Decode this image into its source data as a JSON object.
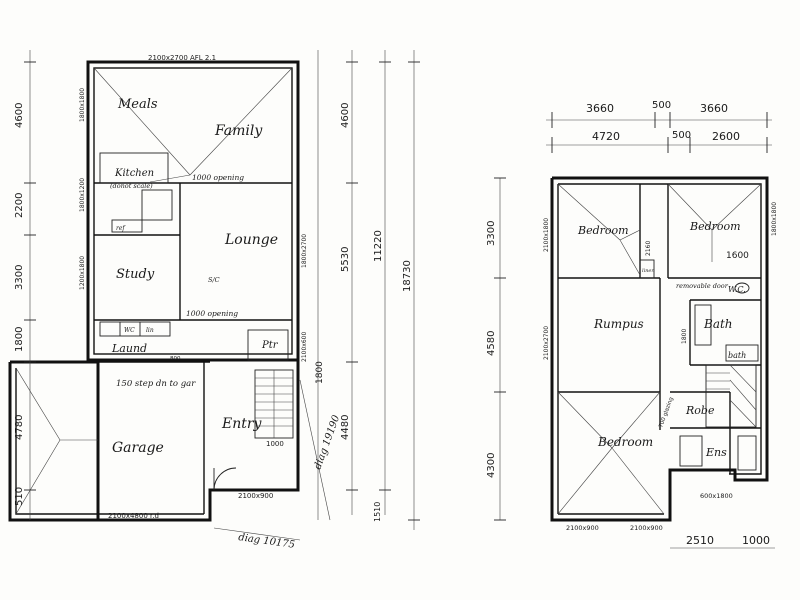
{
  "ground_floor": {
    "rooms": {
      "meals": "Meals",
      "family": "Family",
      "kitchen": "Kitchen",
      "kitchen_note": "(donot scale)",
      "lounge": "Lounge",
      "study": "Study",
      "laund": "Laund",
      "ptr": "Ptr",
      "garage": "Garage",
      "entry": "Entry",
      "ref": "ref",
      "wc": "WC",
      "lin": "lin"
    },
    "notes": {
      "opening_kitchen": "1000 opening",
      "opening_lounge": "1000 opening",
      "garage_step": "150 step dn to gar",
      "upfl": "S/C",
      "bifold": "2100x4800 r.d",
      "window_top": "2100x2700 AFL 2.1",
      "window_meals": "1800x1800",
      "window_kitchen": "1800x1200",
      "window_study": "1200x1800",
      "window_lounge": "1800x2700",
      "window_entry": "2100x600",
      "entry_1000": "1000",
      "entry_w": "2100x900",
      "laund_w": "800",
      "diag_a": "diag 19190",
      "diag_b": "diag 10175"
    },
    "dims_left": [
      "4600",
      "2200",
      "3300",
      "1800",
      "4780",
      "510"
    ],
    "dims_right": [
      "4600",
      "5530",
      "1800",
      "4480",
      "11220",
      "18730",
      "1510"
    ]
  },
  "first_floor": {
    "rooms": {
      "bedroom_nw": "Bedroom",
      "bedroom_ne": "Bedroom",
      "rumpus": "Rumpus",
      "bath": "Bath",
      "bath_tub": "bath",
      "wc": "W.C.",
      "robe": "Robe",
      "ens": "Ens",
      "bedroom_s": "Bedroom",
      "removable_door": "removable door",
      "linen": "linen"
    },
    "top_dims": [
      "3660",
      "500",
      "3660"
    ],
    "mid_dims": [
      "4720",
      "500",
      "2600"
    ],
    "side_dims": [
      "3300",
      "4580",
      "4300"
    ],
    "bottom_dims": [
      "2510",
      "1000"
    ],
    "notes": {
      "w_nw": "2100x1800",
      "w_ne": "1800x1800",
      "w_rumpus": "2100x2700",
      "w_s1": "2100x900",
      "w_s2": "2100x900",
      "w_ens": "600x1800",
      "robe_w": "700 glazing",
      "bed_1600": "1600",
      "bath_1800": "1800",
      "edge_a": "2160"
    }
  }
}
